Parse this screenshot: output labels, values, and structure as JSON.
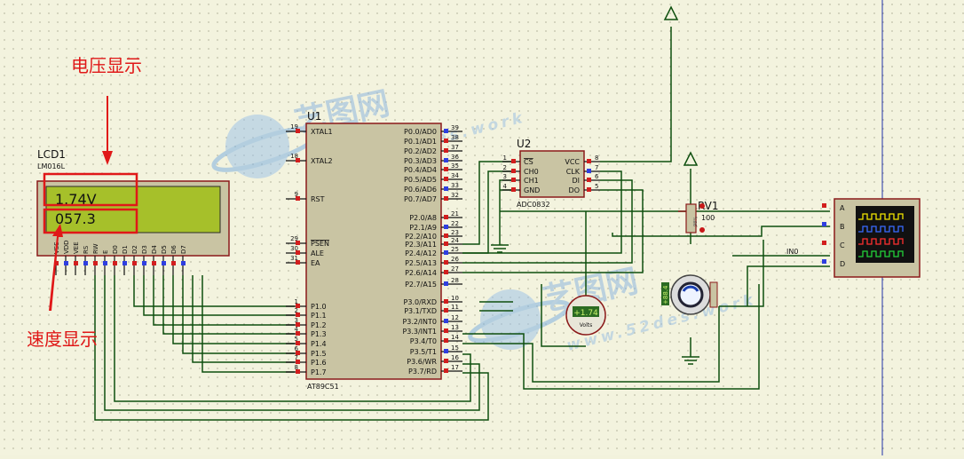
{
  "annotations": {
    "voltage": "电压显示",
    "speed": "速度显示"
  },
  "watermark": {
    "logo": "艺图网",
    "url": "www.52des.work"
  },
  "lcd": {
    "ref": "LCD1",
    "part": "LM016L",
    "line1": "1.74V",
    "line2": "057.3",
    "pins": [
      "VSS",
      "VDD",
      "VEE",
      "RS",
      "RW",
      "E",
      "D0",
      "D1",
      "D2",
      "D3",
      "D4",
      "D5",
      "D6",
      "D7"
    ]
  },
  "mcu": {
    "ref": "U1",
    "part": "AT89C51",
    "left": [
      {
        "n": "19",
        "l": "XTAL1"
      },
      {
        "n": "18",
        "l": "XTAL2"
      },
      {
        "n": "9",
        "l": "RST"
      },
      {
        "n": "29",
        "l": "PSEN"
      },
      {
        "n": "30",
        "l": "ALE"
      },
      {
        "n": "31",
        "l": "EA"
      },
      {
        "n": "1",
        "l": "P1.0"
      },
      {
        "n": "2",
        "l": "P1.1"
      },
      {
        "n": "3",
        "l": "P1.2"
      },
      {
        "n": "4",
        "l": "P1.3"
      },
      {
        "n": "5",
        "l": "P1.4"
      },
      {
        "n": "6",
        "l": "P1.5"
      },
      {
        "n": "7",
        "l": "P1.6"
      },
      {
        "n": "8",
        "l": "P1.7"
      }
    ],
    "right": [
      {
        "n": "39",
        "l": "P0.0/AD0"
      },
      {
        "n": "38",
        "l": "P0.1/AD1"
      },
      {
        "n": "37",
        "l": "P0.2/AD2"
      },
      {
        "n": "36",
        "l": "P0.3/AD3"
      },
      {
        "n": "35",
        "l": "P0.4/AD4"
      },
      {
        "n": "34",
        "l": "P0.5/AD5"
      },
      {
        "n": "33",
        "l": "P0.6/AD6"
      },
      {
        "n": "32",
        "l": "P0.7/AD7"
      },
      {
        "n": "21",
        "l": "P2.0/A8"
      },
      {
        "n": "22",
        "l": "P2.1/A9"
      },
      {
        "n": "23",
        "l": "P2.2/A10"
      },
      {
        "n": "24",
        "l": "P2.3/A11"
      },
      {
        "n": "25",
        "l": "P2.4/A12"
      },
      {
        "n": "26",
        "l": "P2.5/A13"
      },
      {
        "n": "27",
        "l": "P2.6/A14"
      },
      {
        "n": "28",
        "l": "P2.7/A15"
      },
      {
        "n": "10",
        "l": "P3.0/RXD"
      },
      {
        "n": "11",
        "l": "P3.1/TXD"
      },
      {
        "n": "12",
        "l": "P3.2/INT0"
      },
      {
        "n": "13",
        "l": "P3.3/INT1"
      },
      {
        "n": "14",
        "l": "P3.4/T0"
      },
      {
        "n": "15",
        "l": "P3.5/T1"
      },
      {
        "n": "16",
        "l": "P3.6/WR"
      },
      {
        "n": "17",
        "l": "P3.7/RD"
      }
    ]
  },
  "adc": {
    "ref": "U2",
    "part": "ADC0832",
    "left": [
      {
        "n": "1",
        "l": "CS"
      },
      {
        "n": "2",
        "l": "CH0"
      },
      {
        "n": "3",
        "l": "CH1"
      },
      {
        "n": "4",
        "l": "GND"
      }
    ],
    "right": [
      {
        "n": "8",
        "l": "VCC"
      },
      {
        "n": "7",
        "l": "CLK"
      },
      {
        "n": "6",
        "l": "DI"
      },
      {
        "n": "5",
        "l": "DO"
      }
    ]
  },
  "pot": {
    "ref": "RV1",
    "value": "100",
    "body": "98%"
  },
  "voltmeter": {
    "reading": "+1.74",
    "unit": "Volts"
  },
  "scope": {
    "channels": [
      "A",
      "B",
      "C",
      "D"
    ],
    "net_label": "IN0"
  },
  "motor": {
    "counter": "+88.4"
  },
  "colors": {
    "wire": "#0e4f0e",
    "component": "#8b1a1a",
    "fill": "#c9c4a3",
    "lcd_screen": "#a6c02a",
    "annotation": "#e01818"
  }
}
